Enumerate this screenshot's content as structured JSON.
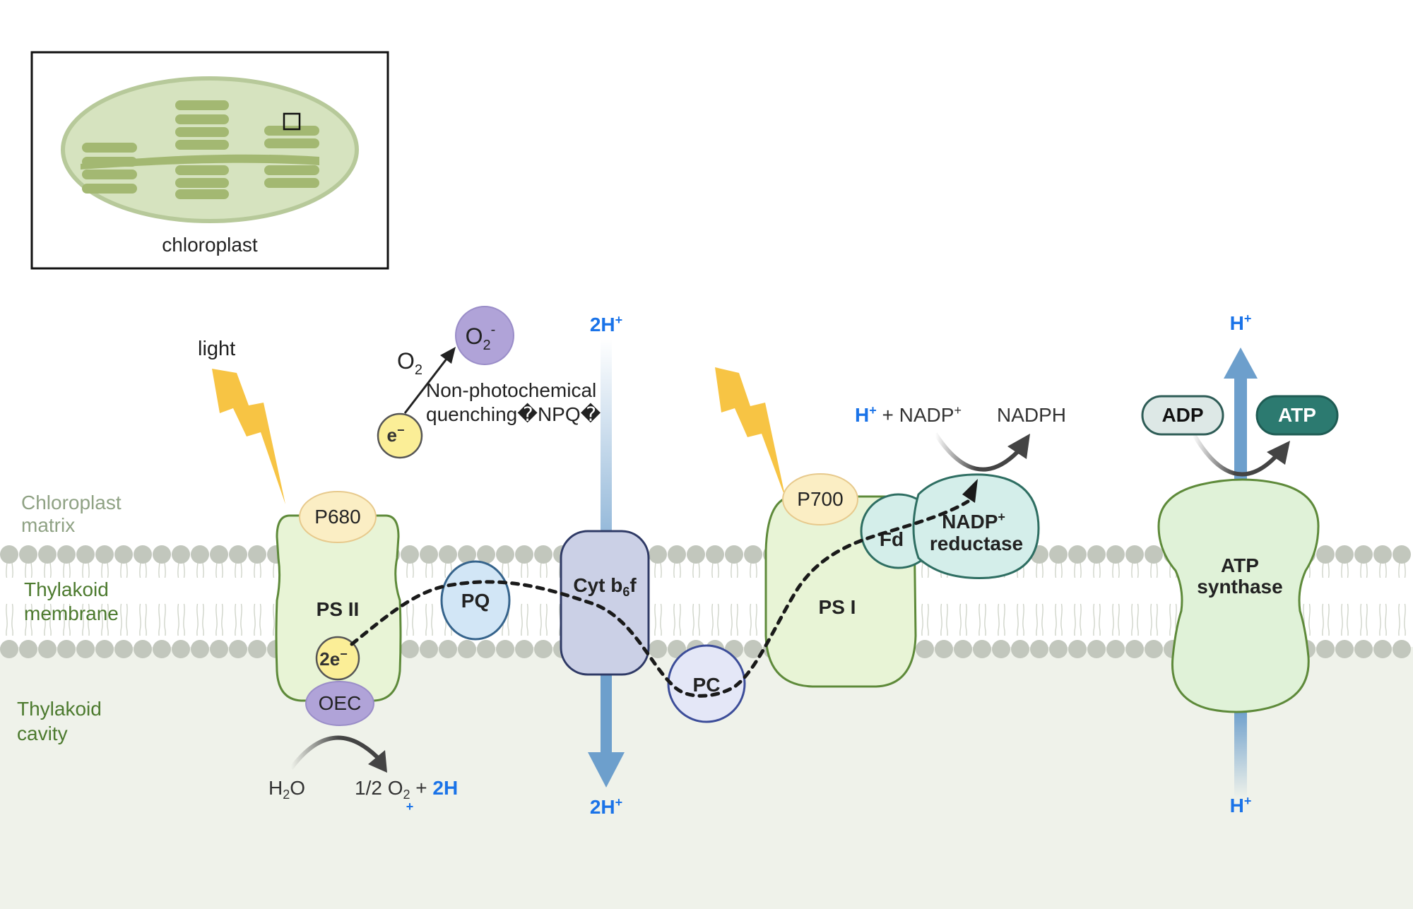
{
  "inset": {
    "label": "chloroplast"
  },
  "regions": {
    "matrix_line1": "Chloroplast",
    "matrix_line2": "matrix",
    "membrane_line1": "Thylakoid",
    "membrane_line2": "membrane",
    "cavity_line1": "Thylakoid",
    "cavity_line2": "cavity"
  },
  "light": {
    "label": "light"
  },
  "npq": {
    "electron": "e",
    "electron_charge": "−",
    "o2": "O",
    "o2_sub": "2",
    "superoxide": "O",
    "superoxide_sub": "2",
    "superoxide_sup": "-",
    "line1": "Non-photochemical",
    "line2": "quenching�NPQ�"
  },
  "ps2": {
    "label": "PS II",
    "p680": "P680",
    "electrons": "2e",
    "electrons_charge": "−",
    "oec": "OEC",
    "water": "H",
    "water_sub": "2",
    "water_end": "O",
    "products_prefix": "1/2  O",
    "products_sub": "2",
    "products_plus": " + ",
    "products_proton": "2H",
    "products_proton_sup": "+"
  },
  "pq": {
    "label": "PQ"
  },
  "cyt": {
    "label_pre": "Cyt b",
    "label_sub": "6",
    "label_post": "f",
    "proton_top": "2H",
    "proton_top_sup": "+",
    "proton_bottom": "2H",
    "proton_bottom_sup": "+"
  },
  "pc": {
    "label": "PC"
  },
  "ps1": {
    "label": "PS I",
    "p700": "P700"
  },
  "fd": {
    "label": "Fd"
  },
  "fnr": {
    "line1": "NADP",
    "line1_sup": "+",
    "line2": "reductase",
    "reactant_proton": "H",
    "reactant_proton_sup": "+",
    "reactant_rest": " + NADP",
    "reactant_rest_sup": "+",
    "product": "NADPH"
  },
  "atp_synthase": {
    "line1": "ATP",
    "line2": "synthase",
    "proton_top": "H",
    "proton_top_sup": "+",
    "proton_bottom": "H",
    "proton_bottom_sup": "+",
    "adp": "ADP",
    "atp": "ATP"
  },
  "colors": {
    "proton_blue": "#1a73e8",
    "membrane_head": "#c2c7bd",
    "cavity_bg": "#eff2ea",
    "ps_fill": "#e8f4d6",
    "ps_stroke": "#5e8a3a",
    "fnr_fill": "#d4eeea",
    "fnr_stroke": "#2e6e62",
    "cyt_fill": "#cbd0e6",
    "cyt_stroke": "#2f3a66",
    "oec_fill": "#b0a3d8",
    "lightning": "#f7c444",
    "atp_fill": "#2c7a70"
  }
}
